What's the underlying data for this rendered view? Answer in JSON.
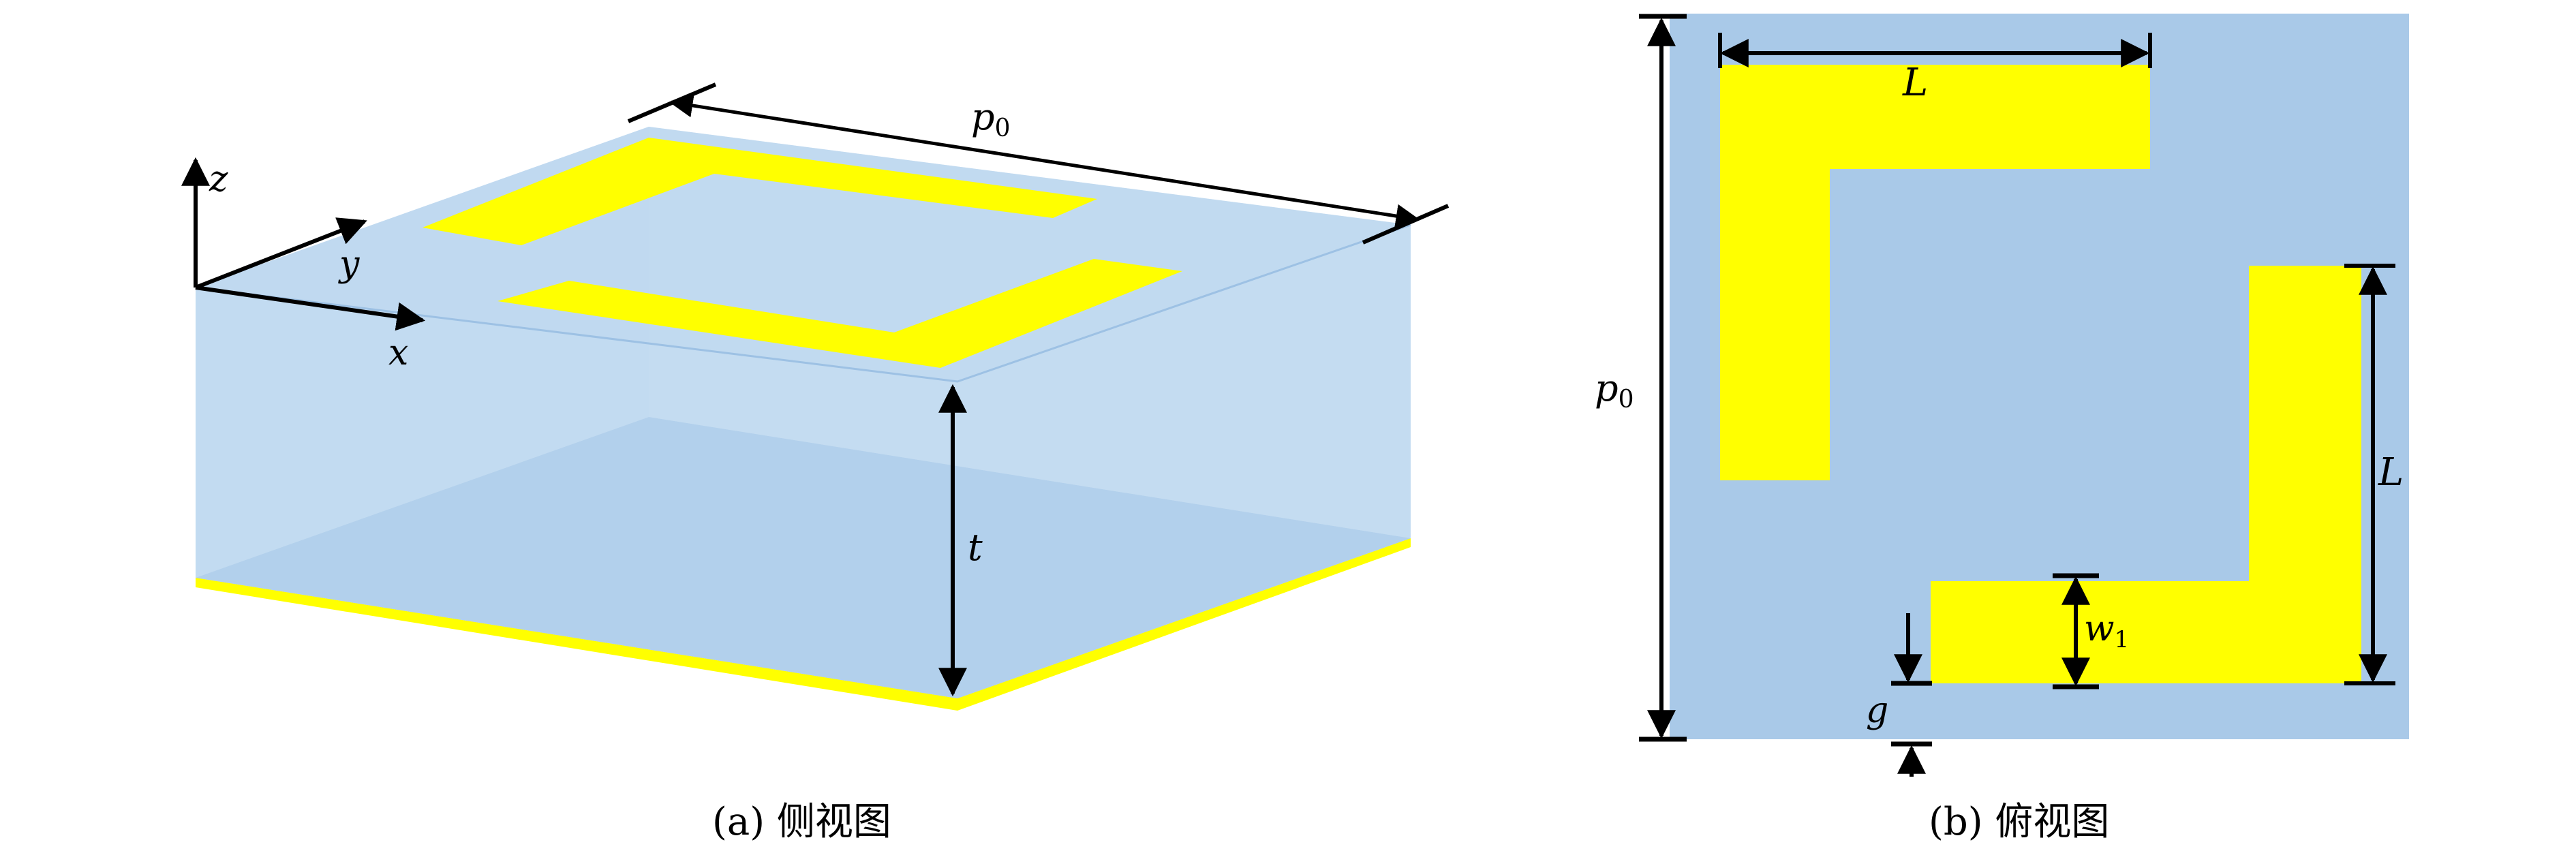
{
  "side_view": {
    "caption": "(a) 侧视图",
    "axes": {
      "z": "z",
      "y": "y",
      "x": "x"
    },
    "dims": {
      "period_label": "p",
      "period_sub": "0",
      "thickness": "t"
    }
  },
  "top_view": {
    "caption": "(b) 俯视图",
    "dims": {
      "length_top": "L",
      "length_right": "L",
      "period_label": "p",
      "period_sub": "0",
      "width_label": "w",
      "width_sub": "1",
      "gap": "g"
    }
  },
  "colors": {
    "substrate_light": "#bcd7ef",
    "substrate_top_view": "#a9c9e8",
    "ground_plane_shade": "#93bde2",
    "metal": "#ffff00",
    "dimension_lines": "#000000"
  }
}
